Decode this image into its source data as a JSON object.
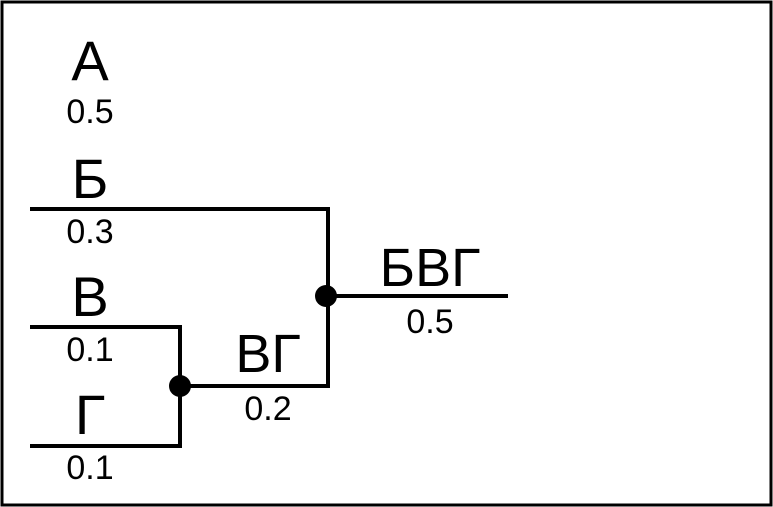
{
  "symbols": [
    {
      "id": "a",
      "label": "А",
      "prob": "0.5"
    },
    {
      "id": "b",
      "label": "Б",
      "prob": "0.3"
    },
    {
      "id": "v",
      "label": "В",
      "prob": "0.1"
    },
    {
      "id": "g",
      "label": "Г",
      "prob": "0.1"
    }
  ],
  "merges": [
    {
      "id": "vg",
      "label": "ВГ",
      "prob": "0.2"
    },
    {
      "id": "bvg",
      "label": "БВГ",
      "prob": "0.5"
    }
  ],
  "colors": {
    "ink": "#000000",
    "background": "#ffffff"
  }
}
